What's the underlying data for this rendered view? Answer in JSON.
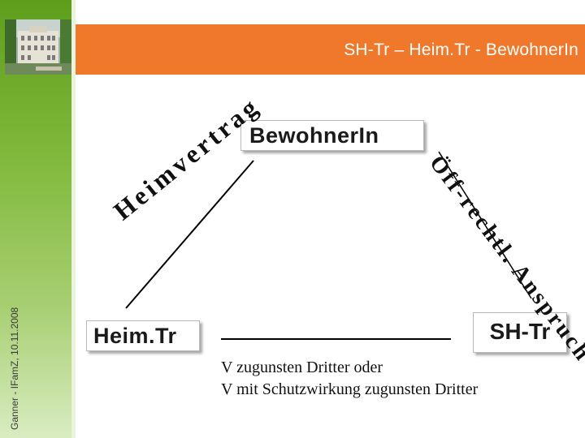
{
  "header": {
    "title": "SH-Tr – Heim.Tr - BewohnerIn"
  },
  "sidebar": {
    "footer": "Ganner - IFamZ, 10.11.2008",
    "photo_icon": "building-photo-icon"
  },
  "diagram": {
    "top_node": "BewohnerIn",
    "left_node": "Heim.Tr",
    "right_node": "SH-Tr",
    "left_edge_label": "Heimvertrag",
    "right_edge_label": "Öff-rechtl. Anspruch",
    "bottom_lines": [
      "V zugunsten Dritter oder",
      "V mit Schutzwirkung zugunsten Dritter"
    ]
  },
  "colors": {
    "accent": "#f0782a",
    "sidebar": "#7fb83a"
  }
}
